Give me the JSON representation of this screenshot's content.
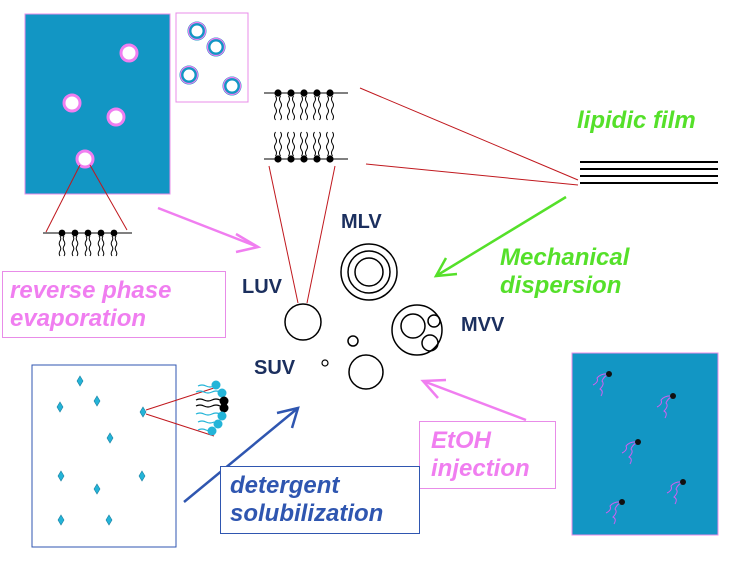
{
  "colors": {
    "panel_blue": "#1296c4",
    "pink": "#f07ef0",
    "pink_border": "#e88ce8",
    "green": "#55e02a",
    "navy_text": "#1b2f5e",
    "blue_text": "#2f56b0",
    "red_line": "#c0181e",
    "cyan_dot": "#23b4d8"
  },
  "vesicles": {
    "mlv": "MLV",
    "luv": "LUV",
    "suv": "SUV",
    "mvv": "MVV"
  },
  "methods": {
    "lipidic_film": "lipidic film",
    "mechanical_line1": "Mechanical",
    "mechanical_line2": "dispersion",
    "reverse_line1": "reverse phase",
    "reverse_line2": "evaporation",
    "etoh_line1": "EtOH",
    "etoh_line2": "injection",
    "detergent_line1": "detergent",
    "detergent_line2": "solubilization"
  },
  "icons": [
    "arrow-pink",
    "arrow-green",
    "arrow-blue",
    "lipid-bilayer",
    "lipid-monolayer",
    "micelle"
  ]
}
